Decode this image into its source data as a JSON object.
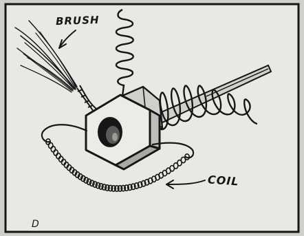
{
  "labels": {
    "brush": "BRUSH",
    "coil": "COIL",
    "panel": "D"
  },
  "colors": {
    "paper": "#e8e8e5",
    "ink": "#161616"
  },
  "icons": {
    "hex_nut": "hexagonal-nut-with-round-hole",
    "spring": "helical-spring",
    "brush": "wire-brush-tuft"
  }
}
